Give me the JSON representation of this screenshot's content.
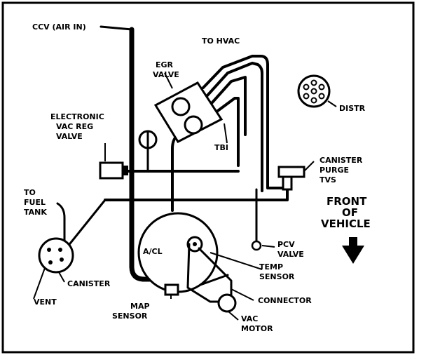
{
  "diagram": {
    "labels": {
      "ccv": "CCV (AIR IN)",
      "to_hvac": "TO HVAC",
      "egr_1": "EGR",
      "egr_2": "VALVE",
      "evrv_1": "ELECTRONIC",
      "evrv_2": "VAC REG",
      "evrv_3": "VALVE",
      "distr": "DISTR",
      "tbi": "TBI",
      "canister_purge_1": "CANISTER",
      "canister_purge_2": "PURGE",
      "canister_purge_3": "TVS",
      "to_fuel_tank_1": "TO",
      "to_fuel_tank_2": "FUEL",
      "to_fuel_tank_3": "TANK",
      "front_1": "FRONT",
      "front_2": "OF",
      "front_3": "VEHICLE",
      "acl": "A/CL",
      "pcv_1": "PCV",
      "pcv_2": "VALVE",
      "temp_sensor_1": "TEMP",
      "temp_sensor_2": "SENSOR",
      "canister": "CANISTER",
      "vent": "VENT",
      "connector": "CONNECTOR",
      "map_sensor_1": "MAP",
      "map_sensor_2": "SENSOR",
      "vac_motor_1": "VAC",
      "vac_motor_2": "MOTOR"
    },
    "colors": {
      "ink": "#000000",
      "paper": "#ffffff"
    },
    "icons": {
      "front_arrow": "arrow-down-icon"
    }
  }
}
